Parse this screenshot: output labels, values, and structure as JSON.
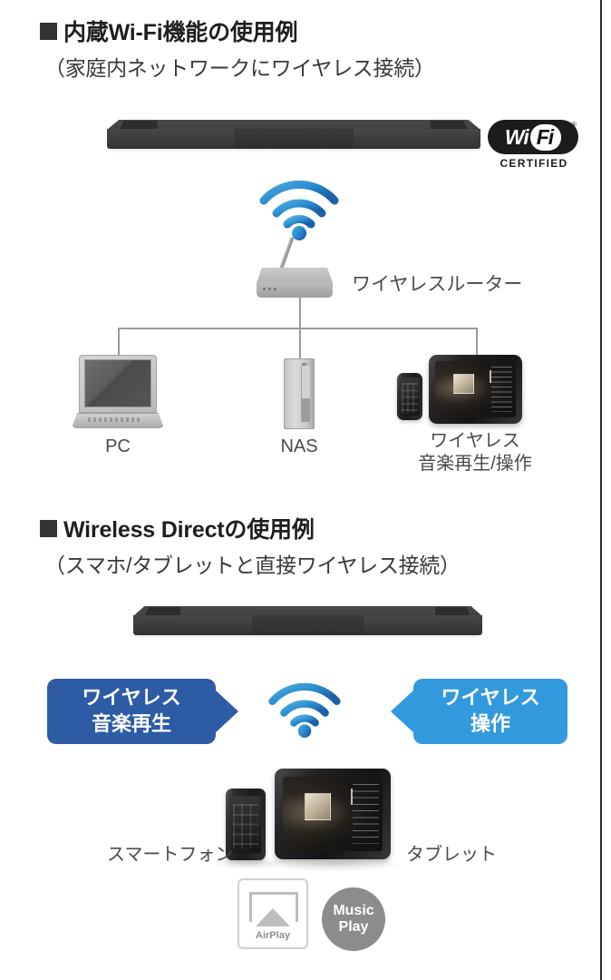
{
  "page": {
    "background_color": "#ffffff",
    "accent_dark_blue": "#2d5ba4",
    "accent_light_blue": "#3399dd"
  },
  "section_one": {
    "heading_line1": "内蔵Wi-Fi機能の使用例",
    "heading_line2": "（家庭内ネットワークにワイヤレス接続）",
    "wifi_certified": {
      "wi": "Wi",
      "fi": "Fi",
      "registered_mark": "®",
      "certified": "CERTIFIED"
    },
    "router_label": "ワイヤレスルーター",
    "devices": [
      {
        "label": "PC",
        "icon": "laptop-icon"
      },
      {
        "label": "NAS",
        "icon": "nas-icon"
      },
      {
        "label_line1": "ワイヤレス",
        "label_line2": "音楽再生/操作",
        "icon": "phone-tablet-icon"
      }
    ]
  },
  "section_two": {
    "heading_line1": "Wireless Directの使用例",
    "heading_line2": "（スマホ/タブレットと直接ワイヤレス接続）",
    "callout_left": "ワイヤレス\n音楽再生",
    "callout_right": "ワイヤレス\n操作",
    "device_label_left": "スマートフォン",
    "device_label_right": "タブレット",
    "badges": {
      "airplay": "AirPlay",
      "music_play": "Music\nPlay"
    }
  }
}
